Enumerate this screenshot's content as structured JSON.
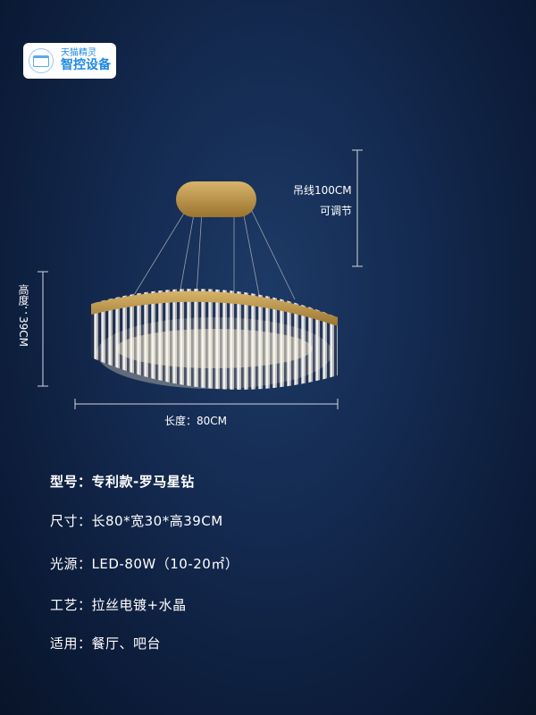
{
  "badge": {
    "line1": "天猫精灵",
    "line2": "智控设备"
  },
  "dimensions": {
    "wire": "吊线100CM",
    "wire_note": "可调节",
    "height": "高度：39CM",
    "length": "长度：80CM"
  },
  "specs": [
    {
      "label": "型号：",
      "value": "专利款-罗马星钻"
    },
    {
      "label": "尺寸：",
      "value": "长80*宽30*高39CM"
    },
    {
      "label": "光源：",
      "value": "LED-80W（10-20㎡）"
    },
    {
      "label": "工艺：",
      "value": "拉丝电镀+水晶"
    },
    {
      "label": "适用：",
      "value": "餐厅、吧台"
    }
  ],
  "colors": {
    "gold": "#b8923e",
    "badge_text": "#1e88e5"
  }
}
